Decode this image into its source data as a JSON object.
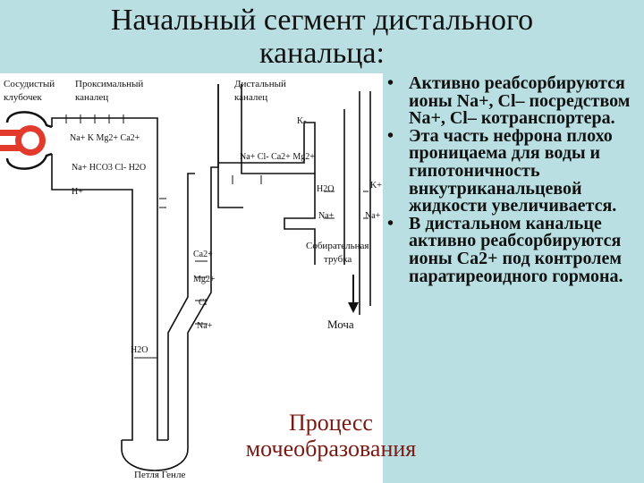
{
  "title": {
    "line1": "Начальный сегмент дистального",
    "line2": "канальца:"
  },
  "diagram": {
    "labels": {
      "glomerulus_1": "Сосудистый",
      "glomerulus_2": "клубочек",
      "proximal_1": "Проксимальный",
      "proximal_2": "каналец",
      "distal_1": "Дистальный",
      "distal_2": "каналец",
      "collecting_1": "Собирательная",
      "collecting_2": "трубка",
      "urine": "Моча",
      "loop": "Петля Генле"
    },
    "ions": {
      "prox_row1": "Na+ K Mg2+ Ca2+",
      "prox_row2": "Na+ HCO3 Cl- H2O",
      "prox_h": "H+",
      "distal_k": "K-",
      "distal_row": "Na+ Cl- Ca2+ Mg2+",
      "coll_h2o": "H2O",
      "coll_k": "K+",
      "coll_na1": "Na+",
      "coll_na2": "Na+",
      "asc_ca": "Ca2+",
      "asc_mg": "Mg2+",
      "asc_cl": "Cl",
      "asc_na": "Na+",
      "desc_h2o": "H2O"
    }
  },
  "bullets": [
    "Активно реабсорбируются ионы Na+, Cl– посредством Na+, Cl– котранспортера.",
    "Эта часть нефрона плохо проницаема для воды и гипотоничность внкутриканальцевой жидкости увеличивается.",
    "В дистальном канальце активно реабсорбируются ионы Ca2+ под контролем паратиреоидного гормона."
  ],
  "caption": {
    "line1": "Процесс",
    "line2": "мочеобразования"
  }
}
